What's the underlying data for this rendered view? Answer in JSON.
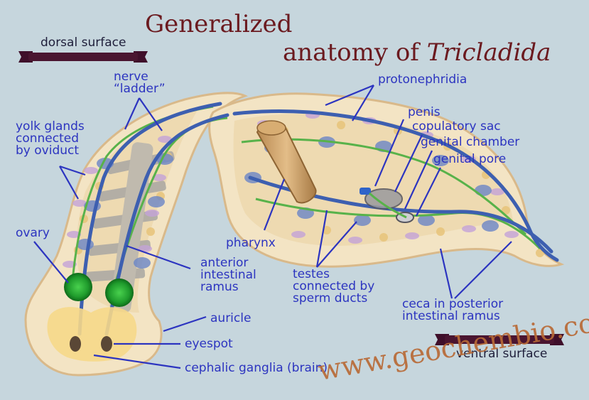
{
  "title": {
    "line1": "Generalized",
    "line2_prefix": "anatomy of ",
    "line2_italic": "Tricladida"
  },
  "surfaces": {
    "dorsal": "dorsal surface",
    "ventral": "ventral surface"
  },
  "labels": {
    "nerve_ladder": "nerve\n“ladder”",
    "yolk_glands": "yolk glands\nconnected\nby oviduct",
    "ovary": "ovary",
    "anterior_ramus": "anterior\nintestinal\nramus",
    "auricle": "auricle",
    "eyespot": "eyespot",
    "cephalic_ganglia": "cephalic ganglia (brain)",
    "protonephridia": "protonephridia",
    "penis": "penis",
    "copulatory_sac": "copulatory sac",
    "genital_chamber": "genital chamber",
    "genital_pore": "genital pore",
    "pharynx": "pharynx",
    "testes": "testes\nconnected by\nsperm ducts",
    "ceca": "ceca in posterior\nintestinal ramus"
  },
  "watermark": "www.geochembio.com",
  "colors": {
    "background": "#c6d6dd",
    "title": "#6b1a1f",
    "label": "#2c34c0",
    "body": "#f3e4c4",
    "body_edge": "#d9b98a",
    "nerve": "#3d5fb0",
    "oviduct": "#58b24a",
    "yolk": "#c4a3d8",
    "ovary": "#1f9b2c",
    "banner": "#3f0f2a",
    "watermark": "#b86a36"
  }
}
